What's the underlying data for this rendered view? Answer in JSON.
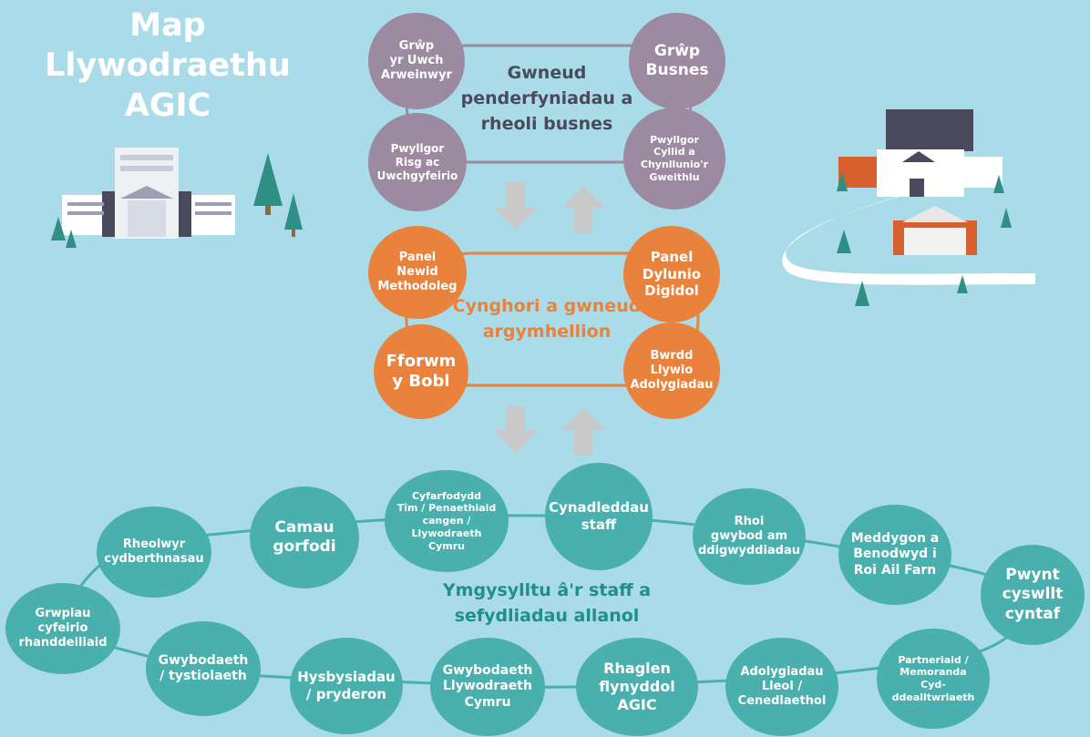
{
  "title": {
    "line1": "Map Llywodraethu",
    "line2": "AGIC"
  },
  "colors": {
    "background": "#a9dbe8",
    "purple": "#9b8aa0",
    "orange": "#e8823c",
    "teal": "#49b0ad",
    "arrow": "#c9c9c9"
  },
  "top_group": {
    "label": "Gwneud\npenderfyniadau a\nrheoli busnes",
    "nodes": [
      "Grŵp\nyr Uwch\nArweinwyr",
      "Grŵp\nBusnes",
      "Pwyllgor\nRisg ac\nUwchgyfeirio",
      "Pwyllgor\nCyllid a\nChynllunio'r\nGweithlu"
    ]
  },
  "middle_group": {
    "label": "Cynghori a gwneud\nargymhellion",
    "nodes": [
      "Panel\nNewid\nMethodoleg",
      "Panel\nDylunio\nDigidol",
      "Fforwm\ny Bobl",
      "Bwrdd\nLlywio\nAdolygiadau"
    ]
  },
  "bottom_group": {
    "label": "Ymgysylltu â'r staff a\nsefydliadau allanol",
    "nodes": [
      "Grwpiau\ncyfeirio\nrhanddeiliaid",
      "Rheolwyr\ncydberthnasau",
      "Camau\ngorfodi",
      "Cyfarfodydd\nTîm / Penaethiaid\ncangen /\nLlywodraeth\nCymru",
      "Cynadleddau\nstaff",
      "Rhoi\ngwybod am\nddigwyddiadau",
      "Meddygon a\nBenodwyd i\nRoi Ail Farn",
      "Pwynt\ncyswllt\ncyntaf",
      "Partneriaid /\nMemoranda\nCyd-\nddealltwriaeth",
      "Adolygiadau\nLleol /\nCenedlaethol",
      "Rhaglen\nflynyddol\nAGIC",
      "Gwybodaeth\nLlywodraeth\nCymru",
      "Hysbysiadau\n/ pryderon",
      "Gwybodaeth\n/ tystiolaeth"
    ]
  },
  "icons": [
    "office-building-icon",
    "tree-icon",
    "hospital-campus-icon",
    "down-arrow-icon",
    "up-arrow-icon"
  ]
}
